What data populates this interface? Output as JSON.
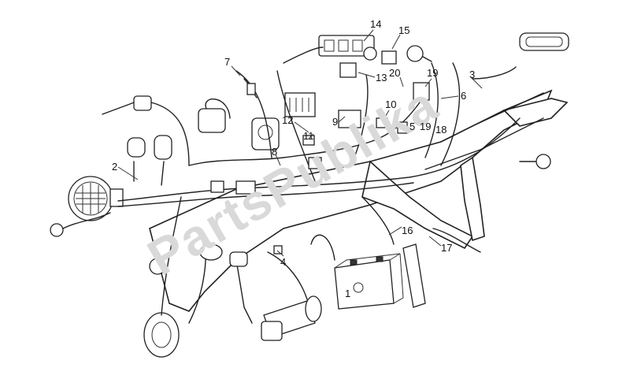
{
  "watermark": {
    "text": "PartsPublika"
  },
  "callouts": [
    {
      "id": "c1",
      "label": "14"
    },
    {
      "id": "c2",
      "label": "15"
    },
    {
      "id": "c3",
      "label": "7"
    },
    {
      "id": "c4",
      "label": "13"
    },
    {
      "id": "c5",
      "label": "20"
    },
    {
      "id": "c6",
      "label": "19"
    },
    {
      "id": "c7",
      "label": "3"
    },
    {
      "id": "c8",
      "label": "6"
    },
    {
      "id": "c9",
      "label": "10"
    },
    {
      "id": "c10",
      "label": "12"
    },
    {
      "id": "c11",
      "label": "9"
    },
    {
      "id": "c12",
      "label": "5"
    },
    {
      "id": "c13",
      "label": "19"
    },
    {
      "id": "c14",
      "label": "18"
    },
    {
      "id": "c15",
      "label": "11"
    },
    {
      "id": "c16",
      "label": "8"
    },
    {
      "id": "c17",
      "label": "2"
    },
    {
      "id": "c18",
      "label": "16"
    },
    {
      "id": "c19",
      "label": "17"
    },
    {
      "id": "c20",
      "label": "4"
    },
    {
      "id": "c21",
      "label": "1"
    }
  ],
  "colors": {
    "line": "#222222",
    "watermark": "#d9d9d9",
    "background": "#ffffff"
  }
}
